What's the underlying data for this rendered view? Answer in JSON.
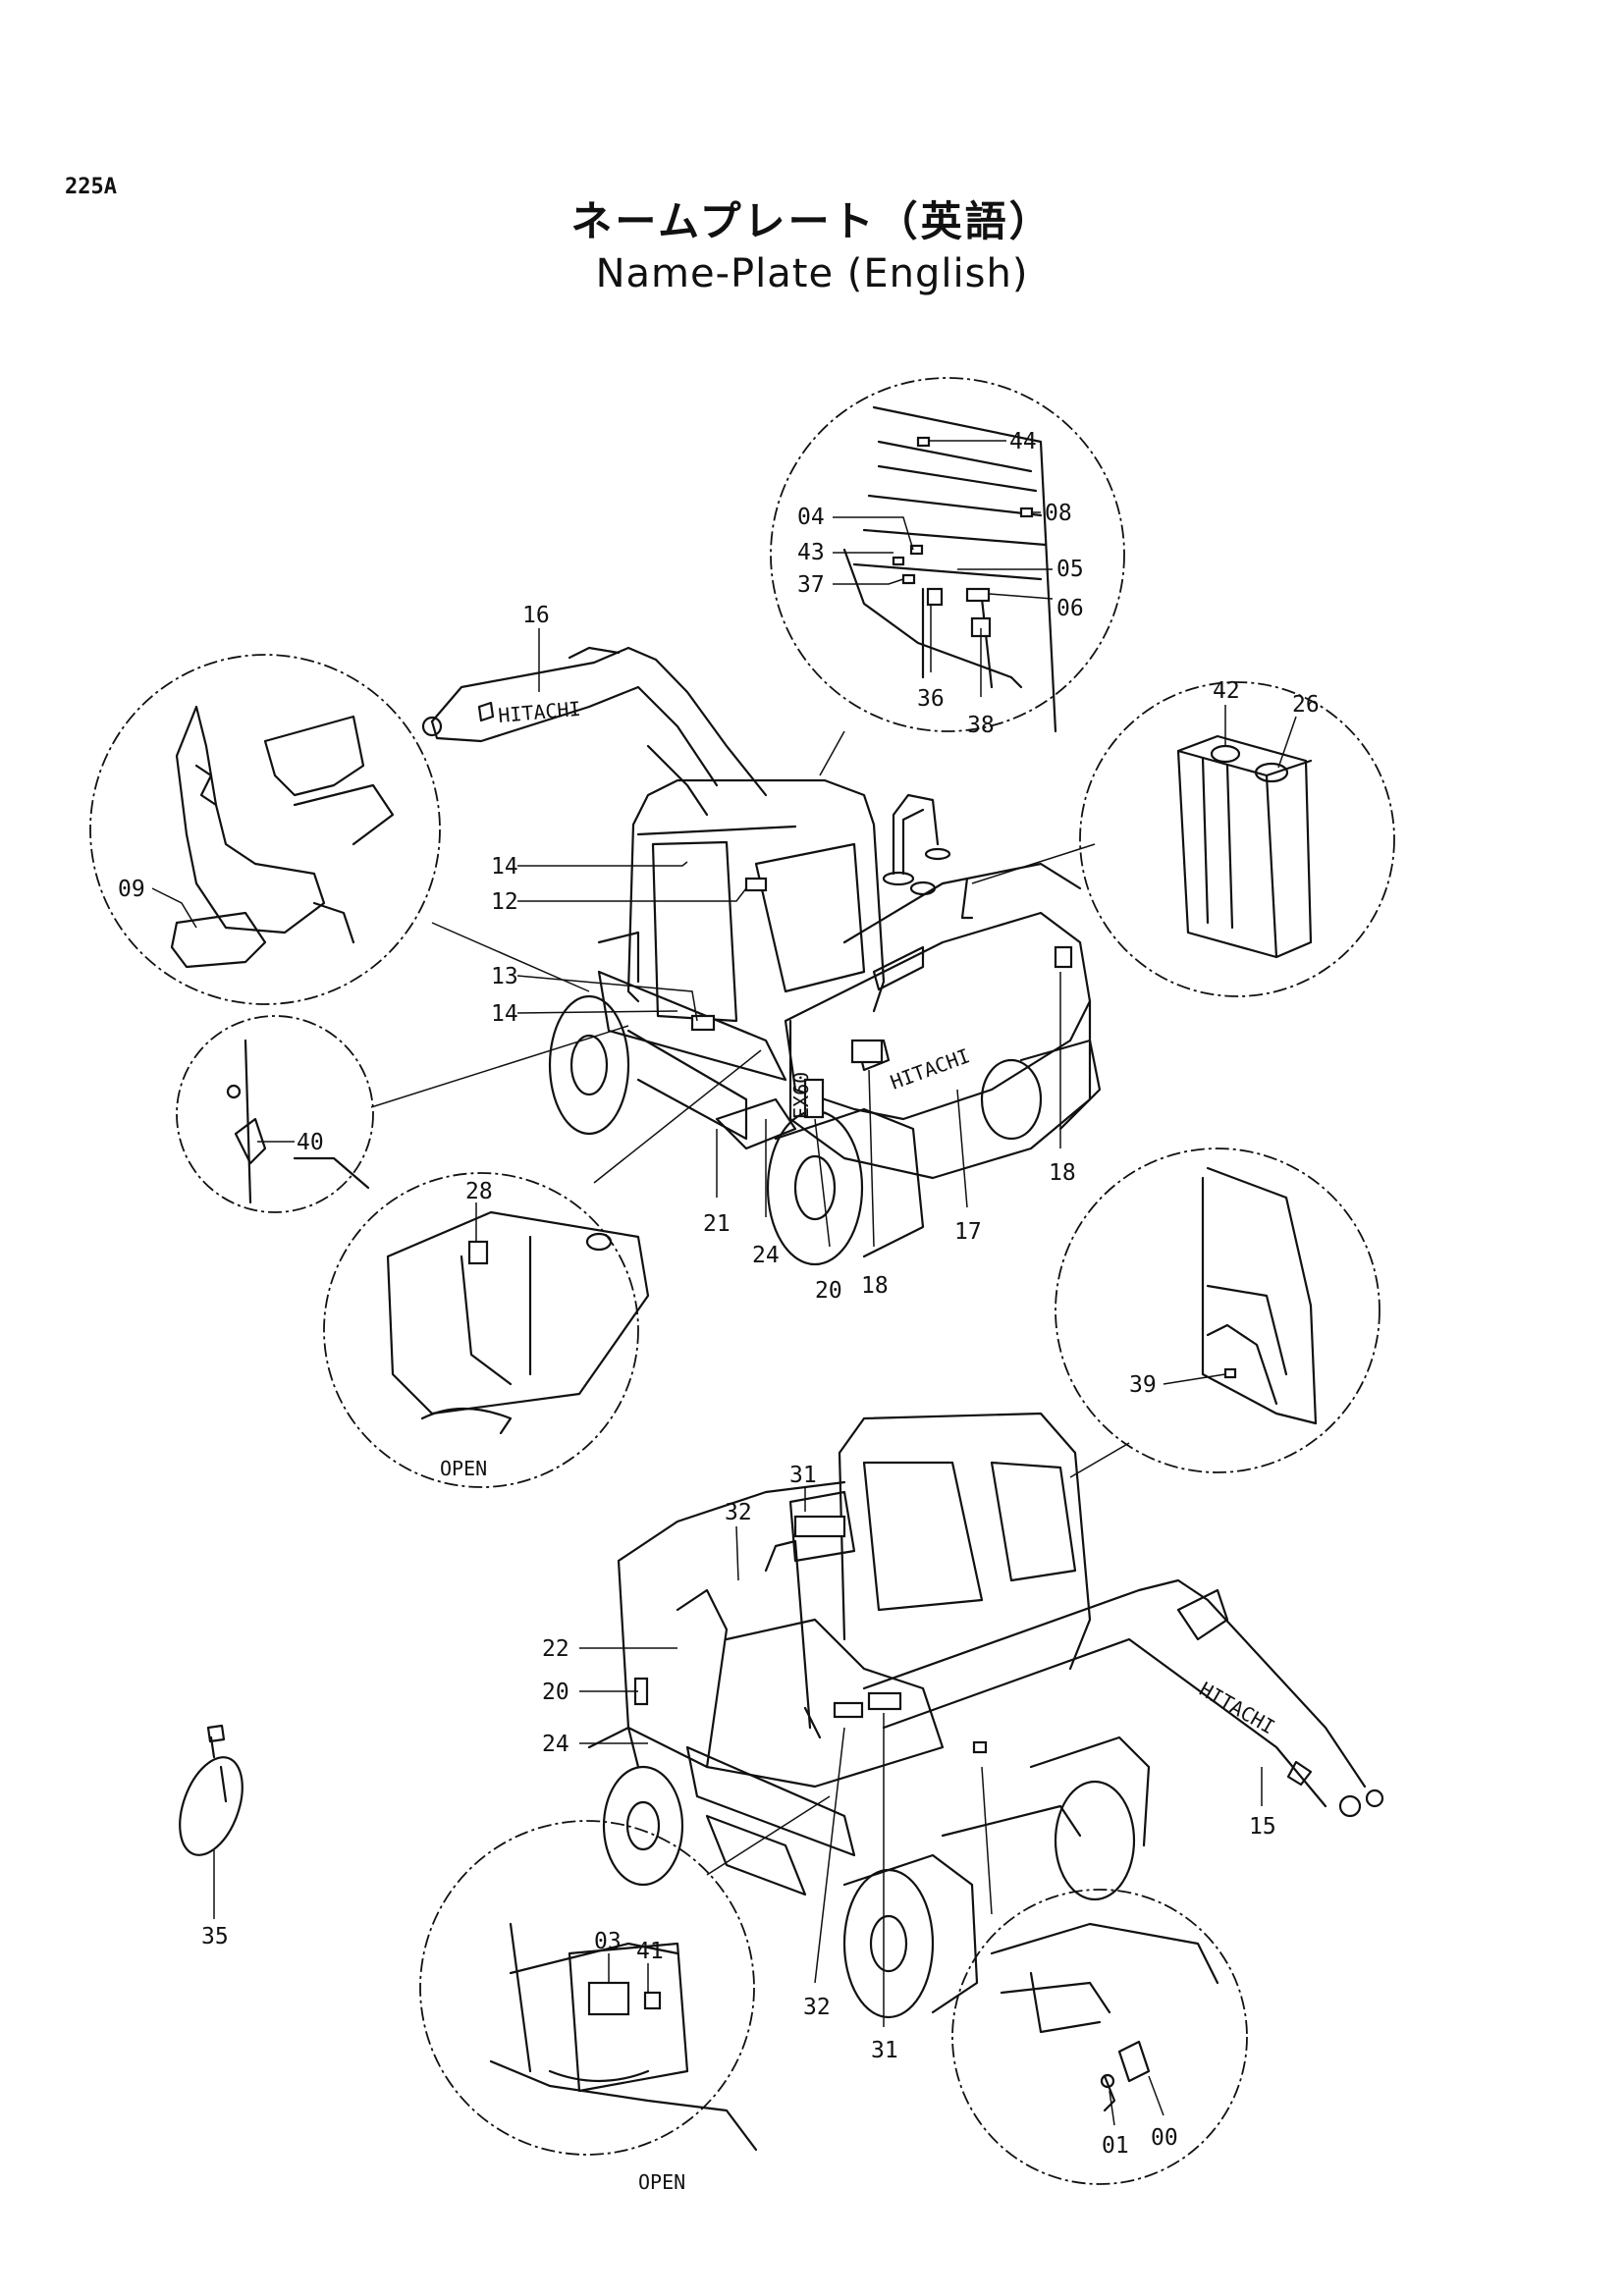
{
  "page": {
    "code": "225A",
    "title_jp": "ネームプレート（英語）",
    "title_en": "Name-Plate (English)"
  },
  "diagram": {
    "part_labels": [
      "16",
      "44",
      "08",
      "04",
      "43",
      "37",
      "05",
      "06",
      "36",
      "38",
      "42",
      "26",
      "09",
      "14",
      "12",
      "13",
      "14",
      "40",
      "28",
      "21",
      "24",
      "20",
      "18",
      "17",
      "18",
      "31",
      "32",
      "22",
      "20",
      "24",
      "39",
      "15",
      "35",
      "03",
      "41",
      "32",
      "31",
      "01",
      "00"
    ],
    "word_labels": {
      "brand": "HITACHI",
      "open": "OPEN",
      "model": "EX60"
    }
  }
}
